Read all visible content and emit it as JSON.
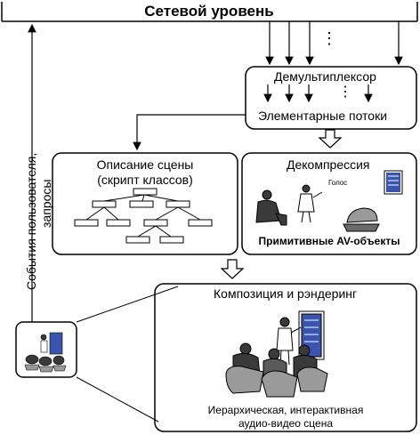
{
  "network_level": "Сетевой уровень",
  "side_label_line1": "События пользователя,",
  "side_label_line2": "запросы",
  "demux": {
    "title": "Демультиплексор",
    "dots": "⋮",
    "streams": "Элементарные потоки"
  },
  "scene_desc": {
    "title_line1": "Описание сцены",
    "title_line2": "(скрипт классов)"
  },
  "decompression": {
    "title": "Декомпрессия",
    "voice": "Голос",
    "objects": "Примитивные AV-объекты"
  },
  "composition": {
    "title": "Композиция и рэндеринг",
    "caption_line1": "Иерархическая, интерактивная",
    "caption_line2": "аудио-видео сцена"
  },
  "colors": {
    "stroke": "#000000",
    "screen_blue": "#3a55b0",
    "chair_gray": "#9a9a9a",
    "person_dark": "#3a3a3a"
  }
}
